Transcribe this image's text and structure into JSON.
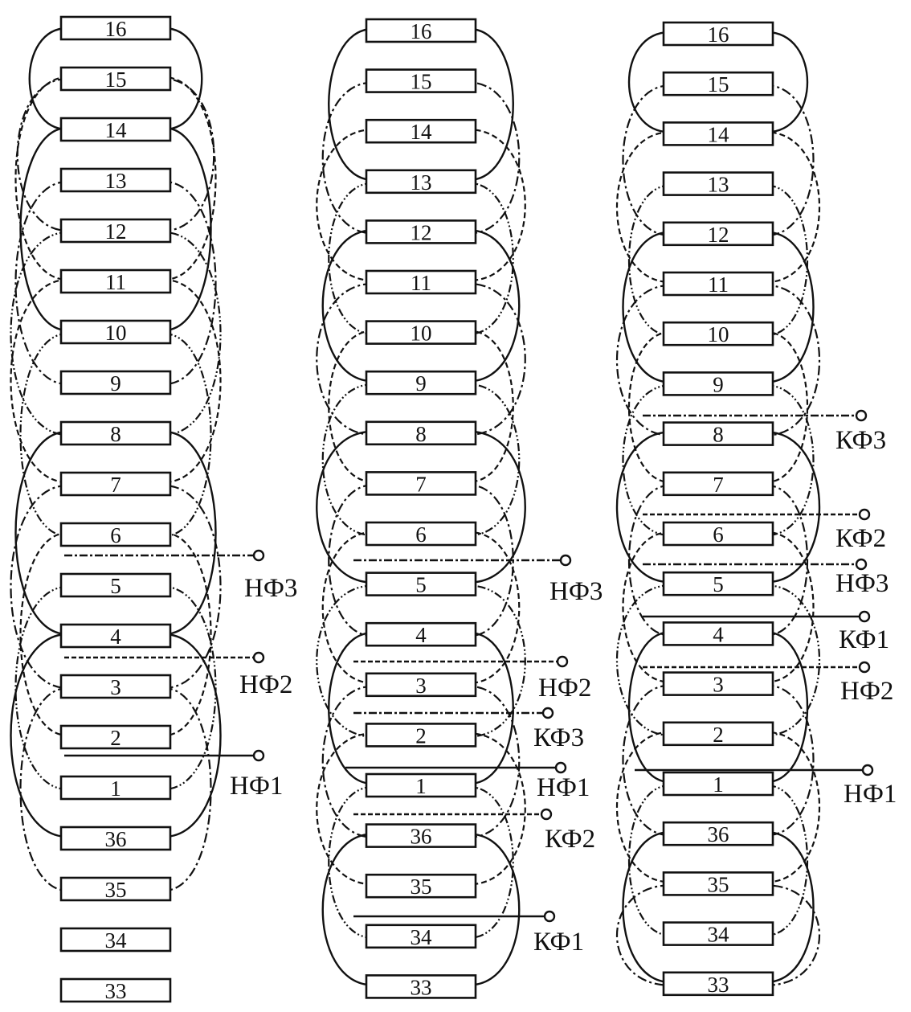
{
  "panels": [
    {
      "slots": [
        "16",
        "15",
        "14",
        "13",
        "12",
        "11",
        "10",
        "9",
        "8",
        "7",
        "6",
        "5",
        "4",
        "3",
        "2",
        "1",
        "36",
        "35",
        "34",
        "33"
      ],
      "terminals": [
        {
          "id": "t1a",
          "label": "НФ3"
        },
        {
          "id": "t1b",
          "label": "НФ2"
        },
        {
          "id": "t1c",
          "label": "НФ1"
        }
      ]
    },
    {
      "slots": [
        "16",
        "15",
        "14",
        "13",
        "12",
        "11",
        "10",
        "9",
        "8",
        "7",
        "6",
        "5",
        "4",
        "3",
        "2",
        "1",
        "36",
        "35",
        "34",
        "33"
      ],
      "terminals": [
        {
          "id": "t2a",
          "label": "НФ3"
        },
        {
          "id": "t2b",
          "label": "НФ2"
        },
        {
          "id": "t2c",
          "label": "КФ3"
        },
        {
          "id": "t2d",
          "label": "НФ1"
        },
        {
          "id": "t2e",
          "label": "КФ2"
        },
        {
          "id": "t2f",
          "label": "КФ1"
        }
      ]
    },
    {
      "slots": [
        "16",
        "15",
        "14",
        "13",
        "12",
        "11",
        "10",
        "9",
        "8",
        "7",
        "6",
        "5",
        "4",
        "3",
        "2",
        "1",
        "36",
        "35",
        "34",
        "33"
      ],
      "terminals": [
        {
          "id": "t3a",
          "label": "КФ3"
        },
        {
          "id": "t3b",
          "label": "КФ2"
        },
        {
          "id": "t3c",
          "label": "НФ3"
        },
        {
          "id": "t3d",
          "label": "КФ1"
        },
        {
          "id": "t3e",
          "label": "НФ2"
        },
        {
          "id": "t3f",
          "label": "НФ1"
        }
      ]
    }
  ]
}
